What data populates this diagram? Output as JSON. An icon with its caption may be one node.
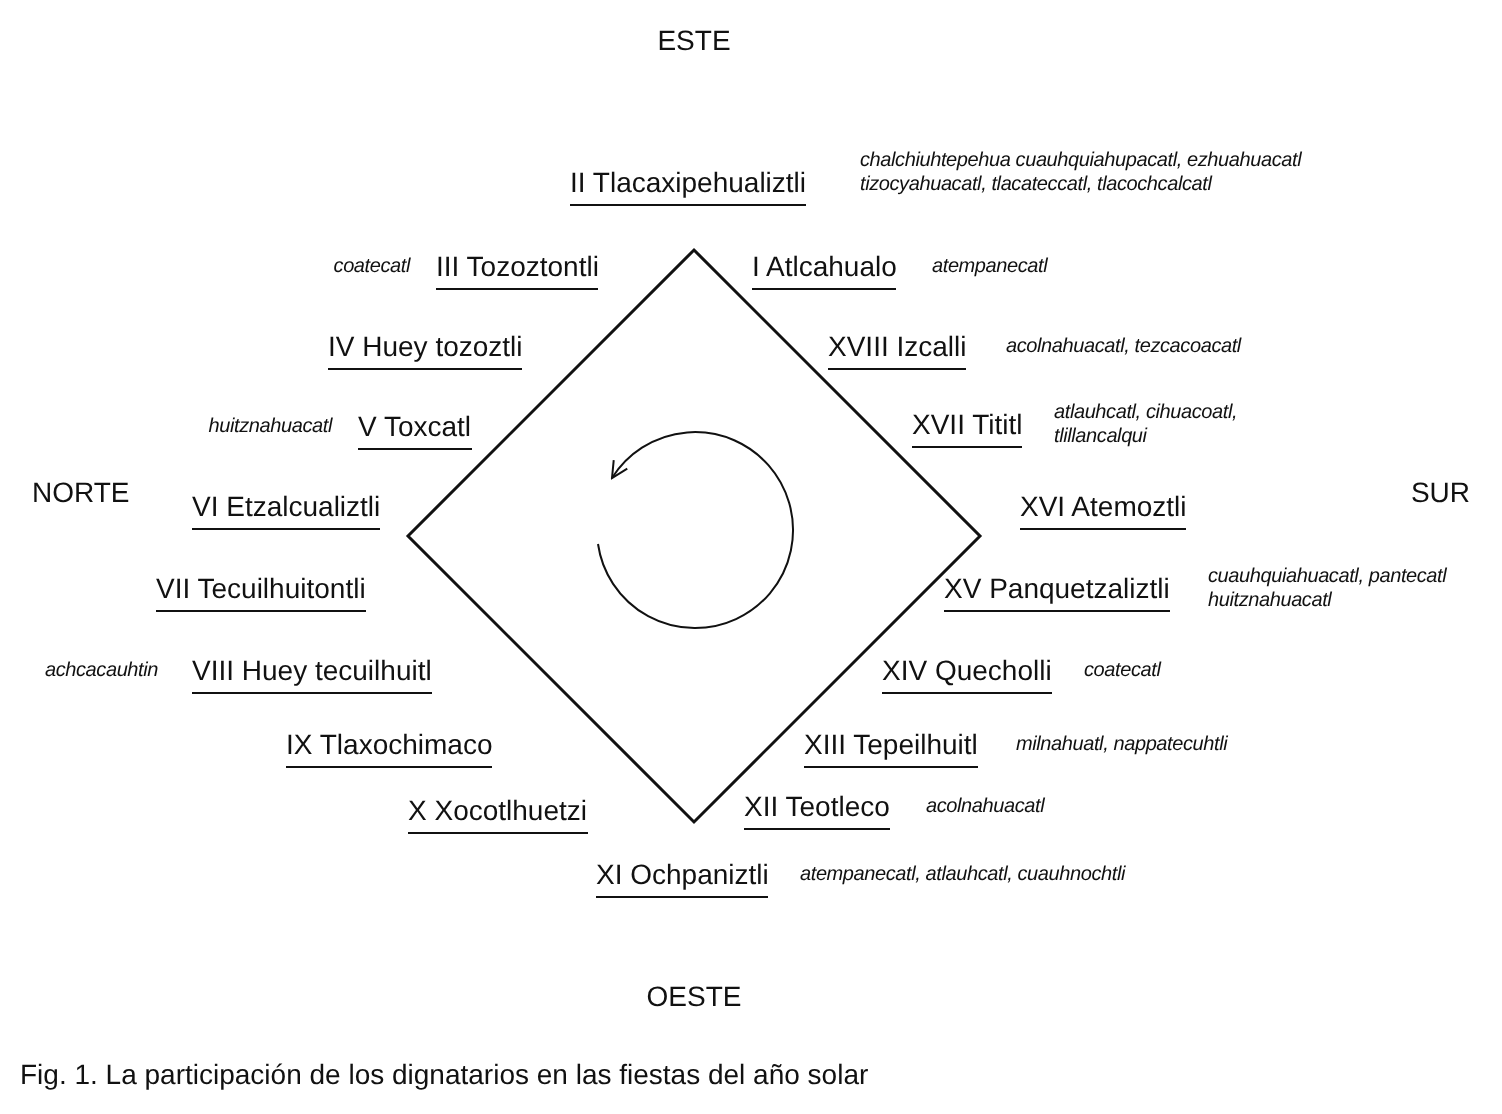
{
  "diagram": {
    "caption": "Fig. 1. La participación de los dignatarios en las fiestas del año solar",
    "nodes": [
      {
        "text": [
          "II Tlacaxipehualiztli"
        ],
        "beside": [
          "chalchiuhtepehua cuauhquiahupacatl, ezhuahuacatl tizocyahuacatl, tlacateccatl, tlacochcalcatl"
        ]
      },
      {
        "text": [
          "III Tozoztontli"
        ],
        "beside": [
          "coatecatl"
        ]
      },
      {
        "text": [
          "I Atlcahualo"
        ],
        "beside": [
          "atempanecatl"
        ]
      },
      {
        "text": [
          "IV Huey tozoztli"
        ]
      },
      {
        "text": [
          "XVIII Izcalli"
        ],
        "beside": [
          "acolnahuacatl, tezcacoacatl"
        ]
      },
      {
        "text": [
          "V Toxcatl"
        ],
        "beside": [
          "huitznahuacatl"
        ]
      },
      {
        "text": [
          "XVII Tititl"
        ],
        "beside": [
          "atlauhcatl, cihuacoatl, tlillancalqui"
        ]
      },
      {
        "text": [
          "VI Etzalcualiztli"
        ]
      },
      {
        "text": [
          "XVI Atemoztli"
        ]
      },
      {
        "text": [
          "VII Tecuilhuitontli"
        ]
      },
      {
        "text": [
          "XV Panquetzaliztli"
        ],
        "beside": [
          "cuauhquiahuacatl, pantecatl huitznahuacatl"
        ]
      },
      {
        "text": [
          "VIII Huey tecuilhuitl"
        ],
        "beside": [
          "achcacauhtin"
        ]
      },
      {
        "text": [
          "XIV Quecholli"
        ],
        "beside": [
          "coatecatl"
        ]
      },
      {
        "text": [
          "IX Tlaxochimaco"
        ]
      },
      {
        "text": [
          "XIII Tepeilhuitl"
        ],
        "beside": [
          "milnahuatl, nappatecuhtli"
        ]
      },
      {
        "text": [
          "X Xocotlhuetzi"
        ]
      },
      {
        "text": [
          "XII Teotleco"
        ],
        "beside": [
          "acolnahuacatl"
        ]
      },
      {
        "text": [
          "XI Ochpaniztli"
        ],
        "beside": [
          "atempanecatl, atlauhcatl, cuauhnochtli"
        ]
      }
    ],
    "edges": [],
    "labels": [
      "ESTE",
      "NORTE",
      "SUR",
      "OESTE"
    ]
  }
}
